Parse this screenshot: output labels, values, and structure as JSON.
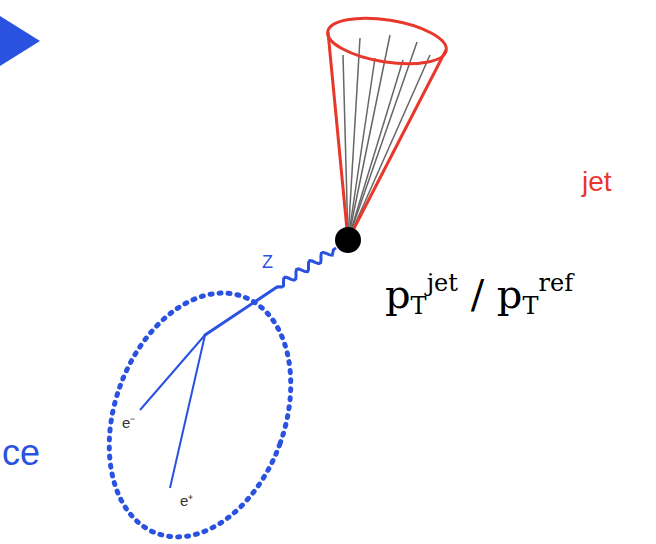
{
  "diagram": {
    "nodes": [
      {
        "text": [
          "jet"
        ]
      },
      {
        "text": [
          "e⁻",
          "e⁺"
        ]
      }
    ],
    "edges": [
      {
        "from": 1,
        "to": 0,
        "arrow": "none",
        "label": "Z"
      }
    ],
    "labels": [
      "pTjet / pTref",
      "ce"
    ]
  }
}
